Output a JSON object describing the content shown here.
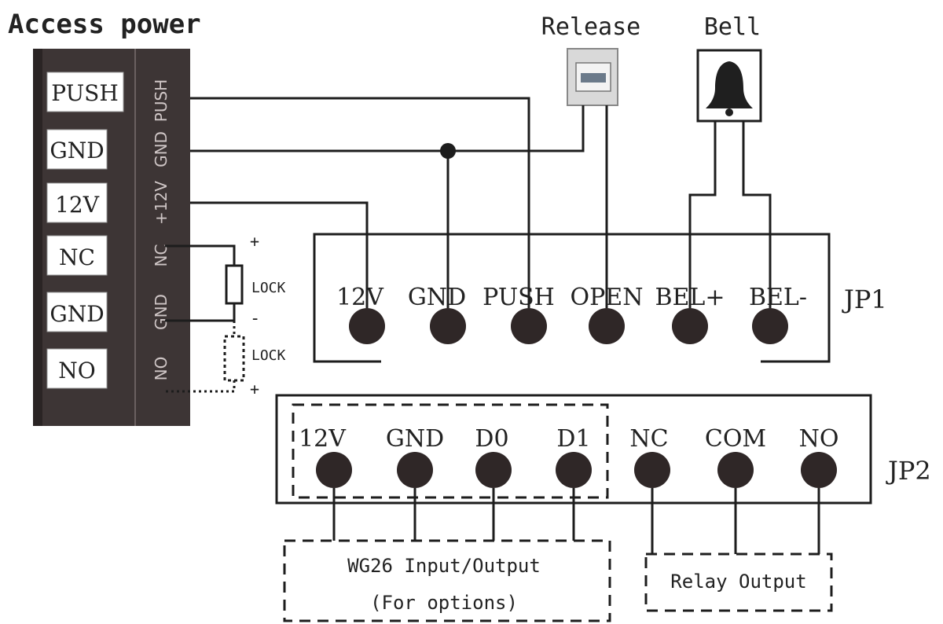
{
  "title": "Access power",
  "power_terminals": [
    "PUSH",
    "GND",
    "12V",
    "NC",
    "GND",
    "NO"
  ],
  "power_side_labels": [
    "PUSH",
    "GND",
    "+12V",
    "NC",
    "GND",
    "NO"
  ],
  "lock_labels": [
    "LOCK",
    "LOCK"
  ],
  "polarity": {
    "plus": "+",
    "minus": "-"
  },
  "release_label": "Release",
  "bell_label": "Bell",
  "jp1": {
    "name": "JP1",
    "pins": [
      "12V",
      "GND",
      "PUSH",
      "OPEN",
      "BEL+",
      "BEL-"
    ]
  },
  "jp2": {
    "name": "JP2",
    "pins": [
      "12V",
      "GND",
      "D0",
      "D1",
      "NC",
      "COM",
      "NO"
    ]
  },
  "wg26": {
    "line1": "WG26 Input/Output",
    "line2": "(For options)"
  },
  "relay_output": "Relay Output"
}
